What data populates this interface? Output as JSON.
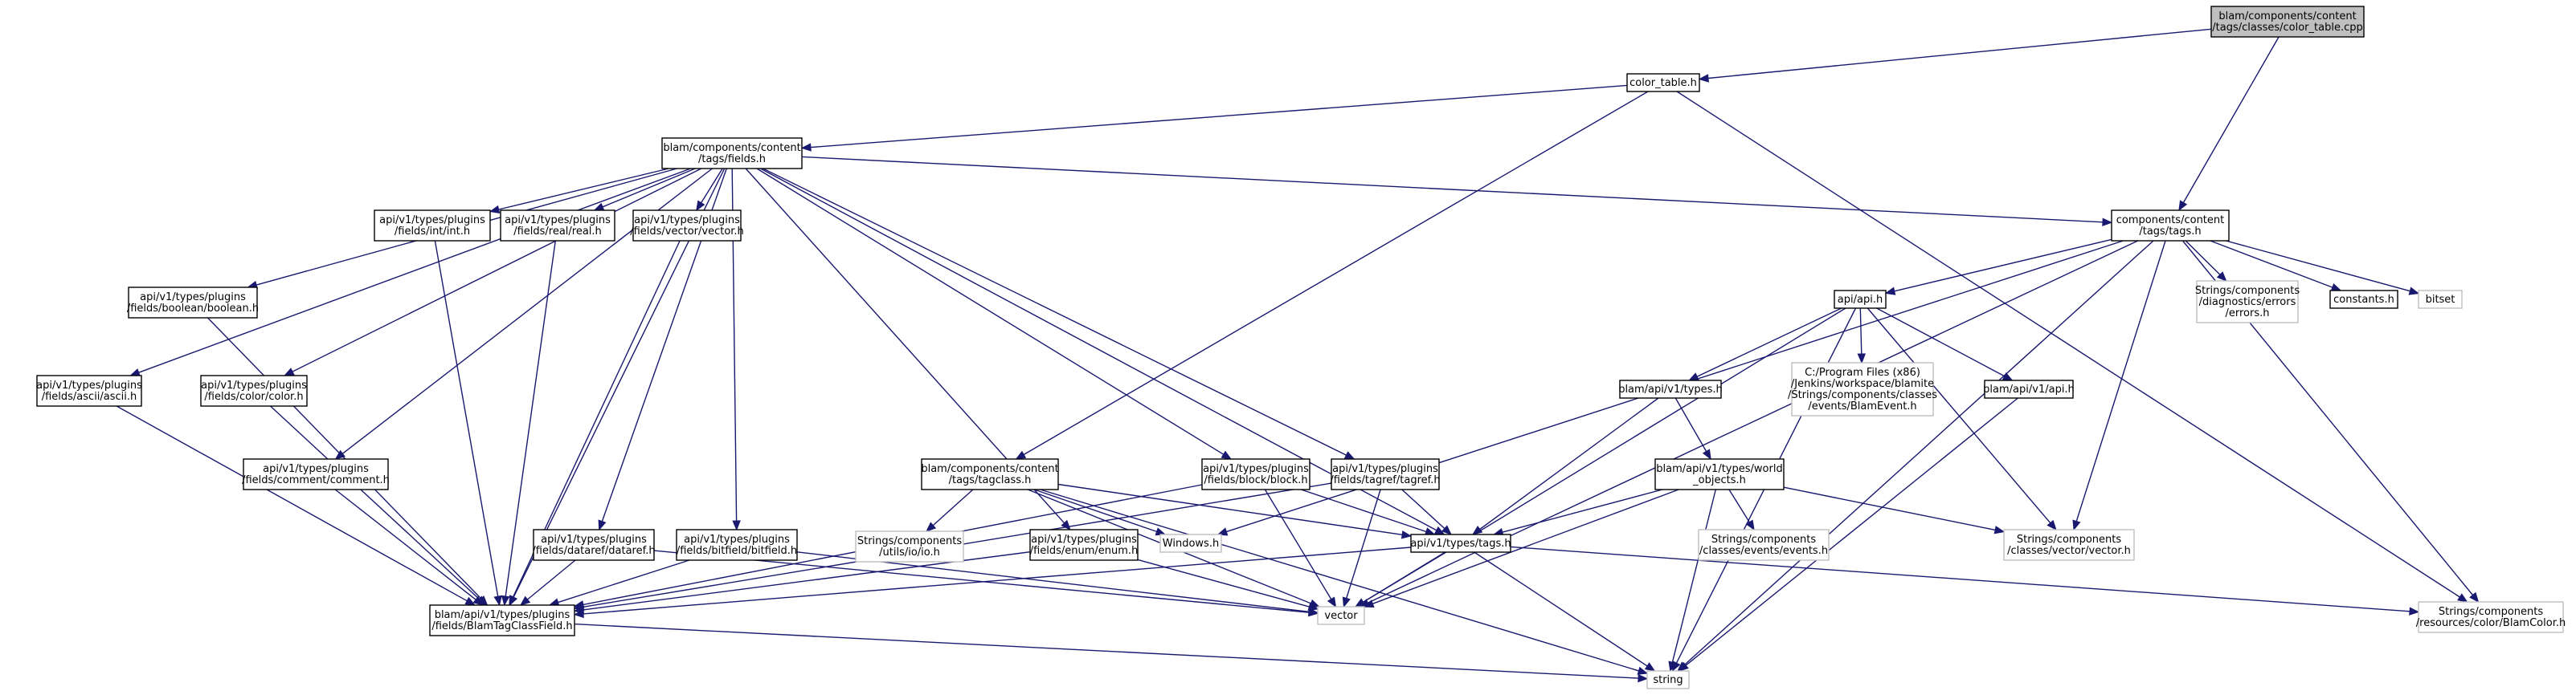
{
  "colors": {
    "edge": "#191970",
    "node_border": "#000000",
    "external_border": "#bfbfbf",
    "root_fill": "#bfbfbf",
    "node_fill": "#ffffff",
    "background": "#ffffff"
  },
  "nodes": {
    "root": {
      "lines": [
        "blam/components/content",
        "/tags/classes/color_table.cpp"
      ],
      "kind": "root"
    },
    "color_table_h": {
      "lines": [
        "color_table.h"
      ],
      "kind": "normal"
    },
    "fields_h": {
      "lines": [
        "blam/components/content",
        "/tags/fields.h"
      ],
      "kind": "normal"
    },
    "tags_tags_h": {
      "lines": [
        "components/content",
        "/tags/tags.h"
      ],
      "kind": "normal"
    },
    "int_h": {
      "lines": [
        "api/v1/types/plugins",
        "/fields/int/int.h"
      ],
      "kind": "normal"
    },
    "real_h": {
      "lines": [
        "api/v1/types/plugins",
        "/fields/real/real.h"
      ],
      "kind": "normal"
    },
    "vector_field_h": {
      "lines": [
        "api/v1/types/plugins",
        "/fields/vector/vector.h"
      ],
      "kind": "normal"
    },
    "boolean_h": {
      "lines": [
        "api/v1/types/plugins",
        "/fields/boolean/boolean.h"
      ],
      "kind": "normal"
    },
    "ascii_h": {
      "lines": [
        "api/v1/types/plugins",
        "/fields/ascii/ascii.h"
      ],
      "kind": "normal"
    },
    "color_h": {
      "lines": [
        "api/v1/types/plugins",
        "/fields/color/color.h"
      ],
      "kind": "normal"
    },
    "comment_h": {
      "lines": [
        "api/v1/types/plugins",
        "/fields/comment/comment.h"
      ],
      "kind": "normal"
    },
    "dataref_h": {
      "lines": [
        "api/v1/types/plugins",
        "/fields/dataref/dataref.h"
      ],
      "kind": "normal"
    },
    "bitfield_h": {
      "lines": [
        "api/v1/types/plugins",
        "/fields/bitfield/bitfield.h"
      ],
      "kind": "normal"
    },
    "blamtagclassfield_h": {
      "lines": [
        "blam/api/v1/types/plugins",
        "/fields/BlamTagClassField.h"
      ],
      "kind": "normal"
    },
    "tagclass_h": {
      "lines": [
        "blam/components/content",
        "/tags/tagclass.h"
      ],
      "kind": "normal"
    },
    "io_h": {
      "lines": [
        "Strings/components",
        "/utils/io/io.h"
      ],
      "kind": "external"
    },
    "enum_h": {
      "lines": [
        "api/v1/types/plugins",
        "/fields/enum/enum.h"
      ],
      "kind": "normal"
    },
    "windows_h": {
      "lines": [
        "Windows.h"
      ],
      "kind": "external"
    },
    "block_h": {
      "lines": [
        "api/v1/types/plugins",
        "/fields/block/block.h"
      ],
      "kind": "normal"
    },
    "tagref_h": {
      "lines": [
        "api/v1/types/plugins",
        "/fields/tagref/tagref.h"
      ],
      "kind": "normal"
    },
    "api_tags_h": {
      "lines": [
        "api/v1/types/tags.h"
      ],
      "kind": "normal"
    },
    "vector_std": {
      "lines": [
        "vector"
      ],
      "kind": "external"
    },
    "string_std": {
      "lines": [
        "string"
      ],
      "kind": "external"
    },
    "api_h": {
      "lines": [
        "api/api.h"
      ],
      "kind": "normal"
    },
    "types_h": {
      "lines": [
        "blam/api/v1/types.h"
      ],
      "kind": "normal"
    },
    "world_objects_h": {
      "lines": [
        "blam/api/v1/types/world",
        "_objects.h"
      ],
      "kind": "normal"
    },
    "blamevent_h": {
      "lines": [
        "C:/Program Files (x86)",
        "/Jenkins/workspace/blamite",
        "/Strings/components/classes",
        "/events/BlamEvent.h"
      ],
      "kind": "external"
    },
    "api_v1_api_h": {
      "lines": [
        "blam/api/v1/api.h"
      ],
      "kind": "normal"
    },
    "events_h": {
      "lines": [
        "Strings/components",
        "/classes/events/events.h"
      ],
      "kind": "external"
    },
    "classes_vector_h": {
      "lines": [
        "Strings/components",
        "/classes/vector/vector.h"
      ],
      "kind": "external"
    },
    "errors_h": {
      "lines": [
        "Strings/components",
        "/diagnostics/errors",
        "/errors.h"
      ],
      "kind": "external"
    },
    "constants_h": {
      "lines": [
        "constants.h"
      ],
      "kind": "normal"
    },
    "bitset_std": {
      "lines": [
        "bitset"
      ],
      "kind": "external"
    },
    "blamcolor_h": {
      "lines": [
        "Strings/components",
        "/resources/color/BlamColor.h"
      ],
      "kind": "external"
    }
  },
  "edges": [
    [
      "root",
      "color_table_h"
    ],
    [
      "root",
      "tags_tags_h"
    ],
    [
      "color_table_h",
      "fields_h"
    ],
    [
      "color_table_h",
      "tagclass_h"
    ],
    [
      "color_table_h",
      "blamcolor_h"
    ],
    [
      "fields_h",
      "int_h"
    ],
    [
      "fields_h",
      "real_h"
    ],
    [
      "fields_h",
      "vector_field_h"
    ],
    [
      "fields_h",
      "boolean_h"
    ],
    [
      "fields_h",
      "ascii_h"
    ],
    [
      "fields_h",
      "color_h"
    ],
    [
      "fields_h",
      "comment_h"
    ],
    [
      "fields_h",
      "dataref_h"
    ],
    [
      "fields_h",
      "bitfield_h"
    ],
    [
      "fields_h",
      "enum_h"
    ],
    [
      "fields_h",
      "block_h"
    ],
    [
      "fields_h",
      "tagref_h"
    ],
    [
      "fields_h",
      "api_tags_h"
    ],
    [
      "fields_h",
      "tags_tags_h"
    ],
    [
      "fields_h",
      "blamtagclassfield_h"
    ],
    [
      "int_h",
      "blamtagclassfield_h"
    ],
    [
      "real_h",
      "blamtagclassfield_h"
    ],
    [
      "vector_field_h",
      "blamtagclassfield_h"
    ],
    [
      "boolean_h",
      "blamtagclassfield_h"
    ],
    [
      "ascii_h",
      "blamtagclassfield_h"
    ],
    [
      "color_h",
      "blamtagclassfield_h"
    ],
    [
      "comment_h",
      "blamtagclassfield_h"
    ],
    [
      "dataref_h",
      "blamtagclassfield_h"
    ],
    [
      "bitfield_h",
      "blamtagclassfield_h"
    ],
    [
      "dataref_h",
      "vector_std"
    ],
    [
      "bitfield_h",
      "vector_std"
    ],
    [
      "enum_h",
      "blamtagclassfield_h"
    ],
    [
      "enum_h",
      "vector_std"
    ],
    [
      "block_h",
      "blamtagclassfield_h"
    ],
    [
      "block_h",
      "vector_std"
    ],
    [
      "block_h",
      "api_tags_h"
    ],
    [
      "tagref_h",
      "blamtagclassfield_h"
    ],
    [
      "tagref_h",
      "vector_std"
    ],
    [
      "tagref_h",
      "api_tags_h"
    ],
    [
      "tagclass_h",
      "io_h"
    ],
    [
      "tagclass_h",
      "windows_h"
    ],
    [
      "tagclass_h",
      "api_tags_h"
    ],
    [
      "tagclass_h",
      "vector_std"
    ],
    [
      "tagclass_h",
      "string_std"
    ],
    [
      "api_tags_h",
      "blamtagclassfield_h"
    ],
    [
      "api_tags_h",
      "vector_std"
    ],
    [
      "api_tags_h",
      "string_std"
    ],
    [
      "api_tags_h",
      "blamcolor_h"
    ],
    [
      "blamtagclassfield_h",
      "string_std"
    ],
    [
      "tags_tags_h",
      "api_h"
    ],
    [
      "tags_tags_h",
      "windows_h"
    ],
    [
      "tags_tags_h",
      "vector_std"
    ],
    [
      "tags_tags_h",
      "string_std"
    ],
    [
      "tags_tags_h",
      "errors_h"
    ],
    [
      "tags_tags_h",
      "constants_h"
    ],
    [
      "tags_tags_h",
      "bitset_std"
    ],
    [
      "tags_tags_h",
      "classes_vector_h"
    ],
    [
      "tags_tags_h",
      "blamcolor_h"
    ],
    [
      "api_h",
      "types_h"
    ],
    [
      "api_h",
      "blamevent_h"
    ],
    [
      "api_h",
      "api_v1_api_h"
    ],
    [
      "api_h",
      "vector_std"
    ],
    [
      "api_h",
      "string_std"
    ],
    [
      "api_h",
      "classes_vector_h"
    ],
    [
      "types_h",
      "world_objects_h"
    ],
    [
      "types_h",
      "api_tags_h"
    ],
    [
      "world_objects_h",
      "events_h"
    ],
    [
      "world_objects_h",
      "classes_vector_h"
    ],
    [
      "world_objects_h",
      "api_tags_h"
    ],
    [
      "world_objects_h",
      "vector_std"
    ],
    [
      "world_objects_h",
      "string_std"
    ],
    [
      "api_v1_api_h",
      "string_std"
    ]
  ]
}
